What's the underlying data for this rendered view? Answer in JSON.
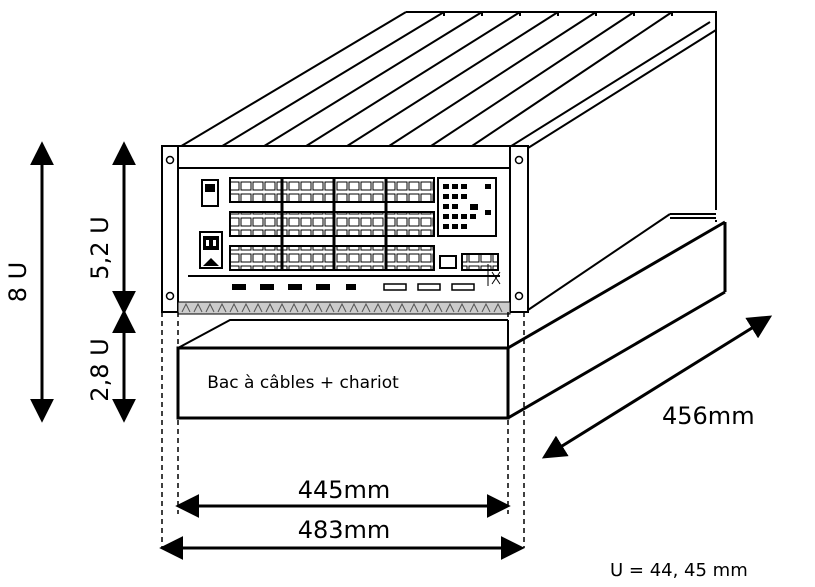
{
  "dimensions": {
    "height_total": "8 U",
    "height_switch": "5,2 U",
    "height_tray": "2,8 U",
    "depth": "456mm",
    "inner_width": "445mm",
    "outer_width": "483mm",
    "unit_note": "U = 44, 45 mm"
  },
  "tray": {
    "label": "Bac à câbles + chariot"
  },
  "colors": {
    "stroke": "#000000",
    "background": "#ffffff"
  }
}
